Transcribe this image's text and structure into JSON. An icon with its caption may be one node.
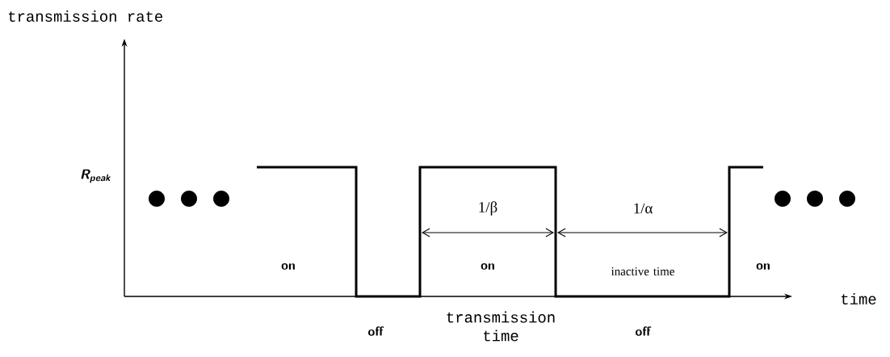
{
  "diagram": {
    "labels": [
      "transmission rate",
      "R$_{peak}$",
      "1/β",
      "1/α",
      "on",
      "on",
      "inactive time",
      "on",
      "time",
      "off",
      "transmission time",
      "off"
    ]
  }
}
